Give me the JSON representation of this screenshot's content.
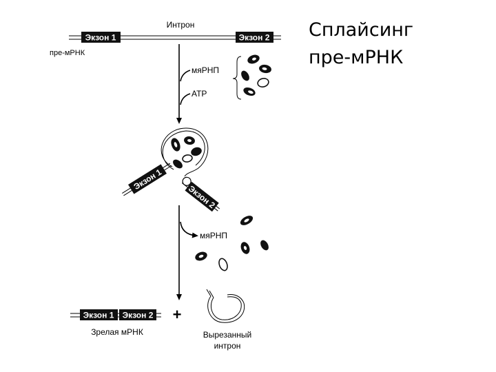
{
  "slide": {
    "title_line1": "Сплайсинг",
    "title_line2": "пре-мРНК"
  },
  "diagram": {
    "intron_label": "Интрон",
    "exon1_label": "Экзон 1",
    "exon2_label": "Экзон 2",
    "pre_mrna_label": "пре-мРНК",
    "snrnp_label_in": "мяРНП",
    "atp_label": "АТР",
    "lariat_exon1_label": "Экзон 1",
    "lariat_exon2_label": "Экзон 2",
    "snrnp_label_out": "мяРНП",
    "mature_exon1_label": "Экзон 1",
    "mature_exon2_label": "Экзон 2",
    "plus_sign": "+",
    "mature_mrna_label": "Зрелая мРНК",
    "excised_intron_line1": "Вырезанный",
    "excised_intron_line2": "интрон"
  }
}
